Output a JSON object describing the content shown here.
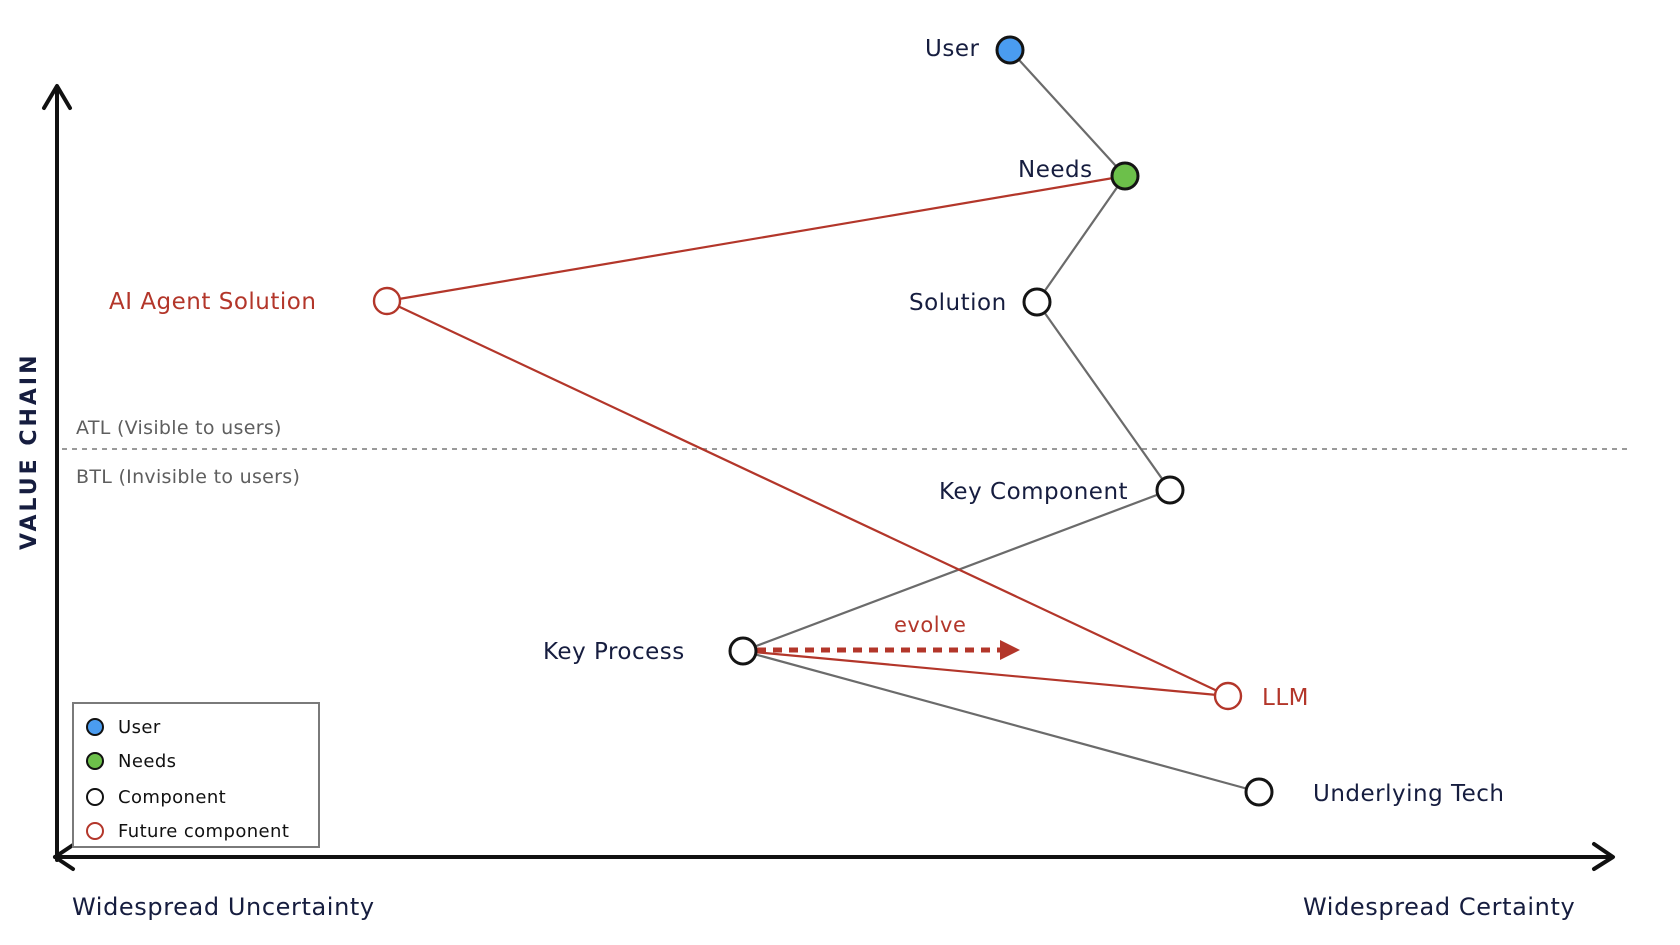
{
  "diagram": {
    "type": "wardley-map",
    "y_axis_title": "VALUE CHAIN",
    "x_axis_left_label": "Widespread Uncertainty",
    "x_axis_right_label": "Widespread Certainty",
    "line_of_presence": {
      "above_label": "ATL (Visible to users)",
      "below_label": "BTL (Invisible to users)"
    },
    "colors": {
      "user": "#4a9cf0",
      "needs": "#6cc04a",
      "component": "#ffffff",
      "future": "#b3362a",
      "text": "#161d3f",
      "link": "#6b6b6b"
    },
    "nodes": [
      {
        "id": "user",
        "label": "User",
        "kind": "user"
      },
      {
        "id": "needs",
        "label": "Needs",
        "kind": "needs"
      },
      {
        "id": "solution",
        "label": "Solution",
        "kind": "component"
      },
      {
        "id": "ai_agent_solution",
        "label": "AI Agent Solution",
        "kind": "future"
      },
      {
        "id": "key_component",
        "label": "Key Component",
        "kind": "component"
      },
      {
        "id": "key_process",
        "label": "Key Process",
        "kind": "component"
      },
      {
        "id": "llm",
        "label": "LLM",
        "kind": "future"
      },
      {
        "id": "underlying_tech",
        "label": "Underlying Tech",
        "kind": "component"
      }
    ],
    "links": [
      {
        "from": "user",
        "to": "needs",
        "kind": "normal"
      },
      {
        "from": "needs",
        "to": "solution",
        "kind": "normal"
      },
      {
        "from": "solution",
        "to": "key_component",
        "kind": "normal"
      },
      {
        "from": "key_component",
        "to": "key_process",
        "kind": "normal"
      },
      {
        "from": "key_process",
        "to": "underlying_tech",
        "kind": "normal"
      },
      {
        "from": "ai_agent_solution",
        "to": "needs",
        "kind": "future"
      },
      {
        "from": "ai_agent_solution",
        "to": "llm",
        "kind": "future"
      },
      {
        "from": "key_process",
        "to": "llm",
        "kind": "future"
      }
    ],
    "evolve": {
      "from": "key_process",
      "label": "evolve"
    }
  },
  "legend": {
    "items": [
      {
        "label": "User",
        "kind": "user"
      },
      {
        "label": "Needs",
        "kind": "needs"
      },
      {
        "label": "Component",
        "kind": "component"
      },
      {
        "label": "Future component",
        "kind": "future"
      }
    ]
  }
}
